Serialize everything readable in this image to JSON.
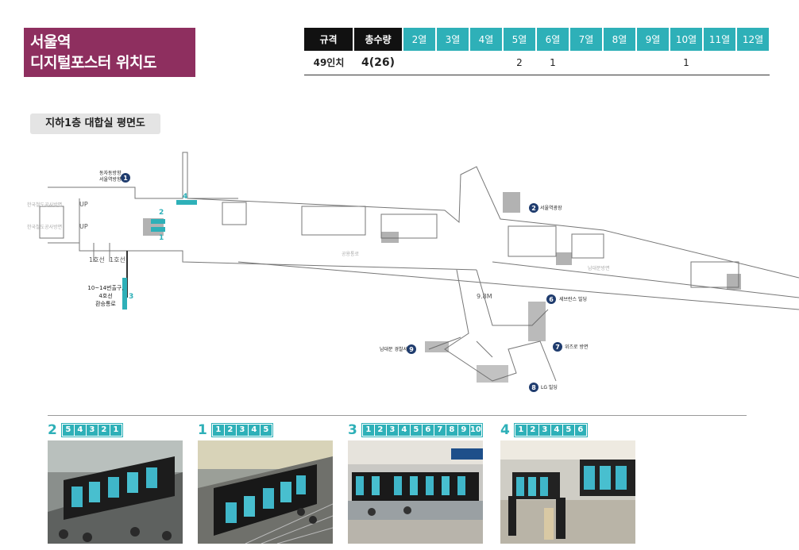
{
  "title": {
    "line1": "서울역",
    "line2": "디지털포스터 위치도"
  },
  "spec_table": {
    "headers": [
      "규격",
      "총수량",
      "2열",
      "3열",
      "4열",
      "5열",
      "6열",
      "7열",
      "8열",
      "9열",
      "10열",
      "11열",
      "12열"
    ],
    "row": [
      "49인치",
      "4(26)",
      "",
      "",
      "",
      "2",
      "1",
      "",
      "",
      "",
      "1",
      "",
      ""
    ]
  },
  "floor_tag": "지하1층 대합실 평면도",
  "map": {
    "exit1": "동자동방향",
    "exit1b": "서울역방향",
    "exit2": "서울역광장",
    "exit6": "세브란스 빌딩",
    "exit7": "위즈로 방면",
    "exit8": "LG 빌딩",
    "exit9": "남대문 경찰서",
    "up": "UP",
    "line1a": "1호선",
    "line1b": "1호선",
    "transfer1": "10~14번출구,",
    "transfer2": "4호선",
    "transfer3": "환승통로",
    "height": "9.8M",
    "side_a": "한국철도공사방면",
    "side_b": "한국철도공사방면",
    "corridor": "공용통로",
    "area_right": "남대문방면",
    "badge_1": "1",
    "badge_2": "2",
    "badge_6": "6",
    "badge_7": "7",
    "badge_8": "8",
    "badge_9": "9",
    "loc_1": "1",
    "loc_2": "2",
    "loc_3": "3",
    "loc_4": "4"
  },
  "panels": [
    {
      "num": "2",
      "boxes": [
        "5",
        "4",
        "3",
        "2",
        "1"
      ]
    },
    {
      "num": "1",
      "boxes": [
        "1",
        "2",
        "3",
        "4",
        "5"
      ]
    },
    {
      "num": "3",
      "boxes": [
        "1",
        "2",
        "3",
        "4",
        "5",
        "6",
        "7",
        "8",
        "9",
        "10"
      ]
    },
    {
      "num": "4",
      "boxes": [
        "1",
        "2",
        "3",
        "4",
        "5",
        "6"
      ]
    }
  ],
  "colors": {
    "title_bg": "#8e2f5f",
    "accent": "#2eb0b8",
    "dark": "#111111",
    "badge": "#1f3c6e"
  }
}
